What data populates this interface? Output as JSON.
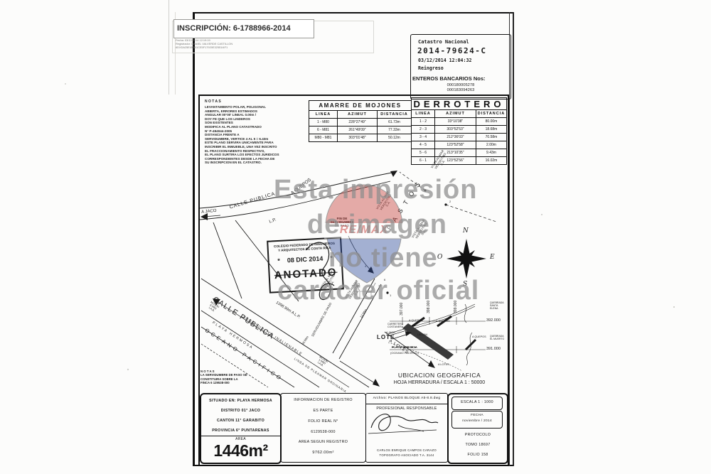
{
  "inscription_stamp": {
    "title": "INSCRIPCIÓN: 6-1788966-2014",
    "line1": "Fecha:      03/12/2014 12:19:19",
    "line2": "Registrador: DANIEL VALVERDE CASTILLON",
    "line3": "6DXDA25E453B1CE5F17920E32551I4F1"
  },
  "catastro_stamp": {
    "office": "Catastro Nacional",
    "number": "2014-79624-C",
    "datetime": "03/12/2014 12:04:32",
    "status": "Reingreso",
    "enteros_title": "ENTEROS BANCARIOS Nos:",
    "enteros": [
      "000180005278",
      "000183094263"
    ]
  },
  "notas_top": {
    "title": "N O T A S",
    "body": "LEVANTAMIENTO POLAR, POLIGONAL\nABIERTA, ERRORES ESTIMADOS\nANGULAR 00°00' LINEAL 0.00m /\nDOY FE QUE LOS LINDEROS\nSON EXISTENTES\nMODIFICA AL PLANO CATASTRADO\nN° P-494044-2005\nDISTANCIA FRENTE A\nSERVIDUMBRE, VERTICE 4 AL 5 = 6.43m\nESTE PLANO SERVIRA UNICAMENTE PARA\nINSCRIBIR EL INMUEBLE, UNA VEZ INSCRITO\nEL FRACCIONAMIENTO RESPECTIVO,\nEL PLANO SURTIRA LOS EFECTOS JURIDICOS\nCORRESPONDIENTES DESDE LA FECHA DE\nSU INSCRIPCION EN EL CATASTRO."
  },
  "amarre_table": {
    "title": "AMARRE DE MOJONES",
    "headers": [
      "LINEA",
      "AZIMUT",
      "DISTANCIA"
    ],
    "rows": [
      [
        "1 - M80",
        "228°27'49\"",
        "61.73m"
      ],
      [
        "6 - M81",
        "261°49'09\"",
        "77.33m"
      ],
      [
        "M80 - M81",
        "303°01'48\"",
        "50.12m"
      ]
    ]
  },
  "derrotero_table": {
    "title": "DERROTERO",
    "headers": [
      "LINEA",
      "AZIMUT",
      "DISTANCIA"
    ],
    "rows": [
      [
        "1 - 2",
        "33°10'38\"",
        "80.00m"
      ],
      [
        "2 - 3",
        "303°52'53\"",
        "18.68m"
      ],
      [
        "3 - 4",
        "212°36'03\"",
        "70.58m"
      ],
      [
        "4 - 5",
        "123°52'58\"",
        "2.00m"
      ],
      [
        "5 - 6",
        "213°10'35\"",
        "9.43m"
      ],
      [
        "6 - 1",
        "123°52'56\"",
        "16.02m"
      ]
    ]
  },
  "drawing": {
    "road": {
      "a_jaco": "A JACO",
      "calle_publica": "CALLE  PUBLICA",
      "lp": "L.P.",
      "a_quepos": "A QUEPOS"
    },
    "lot": {
      "pastos": "P A S T O S",
      "vista": "VISTA AL MAR\nVERDEITNO\nS.A.",
      "fin_serv": "FIN DE\nSERVIDUMBRE\nDE PASO",
      "v1": "1",
      "v2": "2",
      "v3": "3",
      "v4": "4",
      "v5": "5",
      "v6": "6"
    },
    "coast": {
      "calle_publica": "CALLE PUBLICA",
      "dist": "1398.99m A L.P.",
      "zona": "ZONA PUBLICA INALIENABLE",
      "playa": "PLAYA HERMOSA",
      "oceano": "OCEANO  PACIFICO",
      "pleamar": "LINEA DE PLEAMAR ORDINARIA",
      "mojon_izq": "MOJON\n6-M81\nI.A.B.",
      "mojon_bot": "MOJON\n1-M80\nI.A.B.",
      "m1": "12.00m",
      "m2": "50.00m"
    },
    "serv": {
      "label": "SERVIDUMBRE DE PASO",
      "a_lotes": "A LOTES"
    },
    "compass": {
      "n": "N",
      "e": "E",
      "s": "S",
      "o": "O"
    }
  },
  "cfia_stamp": {
    "line1": "COLEGIO FEDERADO DE INGENIEROS",
    "line2": "Y ARQUITECTOS DE COSTA RICA",
    "date_line": "*    08 DIC 2014    *",
    "anotado": "ANOTADO"
  },
  "watermark": {
    "l1": "Esta impresión",
    "l2": "de imagen",
    "l3": "no tiene",
    "l4": "caracter oficial",
    "logo_text": "RE/MAX",
    "logo_red": "#c43a35",
    "logo_blue": "#2b4a9b"
  },
  "ubicacion": {
    "title": "UBICACION GEOGRAFICA",
    "subtitle": "HOJA HERRADURA / ESCALA 1 : 50000",
    "coords_v": [
      "397.000",
      "398.000",
      "399.000"
    ],
    "coords_h": [
      "392.000",
      "391.000"
    ],
    "labels": {
      "carretera": "CARRETERA\nCOSTANERA",
      "a_quepos1": "A QUEPOS",
      "a_quepos2": "A QUEPOS",
      "a_quepos3": "A QUEPOS",
      "a_jaco": "A JACO",
      "laguna": "LAGUNA",
      "quebrada1": "QUEBRADA\nSANTA\nELENA",
      "quebrada2": "QUEBRADA\nEL MUERTO",
      "playa": "PLAYA HERMOSA",
      "oceano": "(OCEANO PACIFICO)",
      "a_lotes": "A LOTES",
      "lote": "LOTE"
    }
  },
  "notas_bottom": "N O T A S\nLA SERVIDUMBRE DE PASO SE\nCONSTITUIRA SOBRE LA\nFINCA 6 129538-000",
  "info_panel": {
    "situado": {
      "l1": "SITUADO EN: PLAYA HERMOSA",
      "l2": "DISTRITO 01° JACO",
      "l3": "CANTON 11° GARABITO",
      "l4": "PROVINCIA 6° PUNTARENAS",
      "area_label": "AREA",
      "area_value": "1446m²"
    },
    "registro": {
      "l1": "INFORMACION DE REGISTRO",
      "l2": "ES PARTE",
      "l3": "FOLIO REAL N°",
      "l4": "6129538-000",
      "l5": "AREA SEGUN REGISTRO",
      "l6": "9762.00m²"
    },
    "profesional": {
      "archivo": "Archivo: PLANOS BLOQUE A5-8.8.dwg",
      "titulo": "PROFESIONAL RESPONSABLE",
      "nombre": "CARLOS ENRIQUE CAMPOS CARAZO",
      "cargo": "TOPOGRAFO ASOCIADO T.A. 3144"
    },
    "escala": {
      "escala": "ESCALA 1 : 1000",
      "fecha_label": "FECHA",
      "fecha": "noviembre / 2014",
      "protocolo": "PROTOCOLO",
      "tomo": "TOMO 18697",
      "folio": "FOLIO 158"
    }
  }
}
